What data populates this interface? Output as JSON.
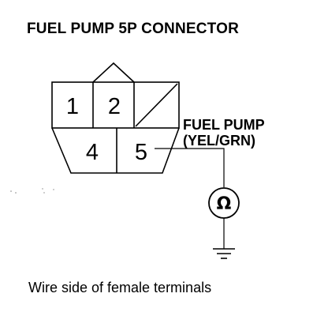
{
  "title": "FUEL PUMP 5P CONNECTOR",
  "connector": {
    "pins": [
      {
        "label": "1"
      },
      {
        "label": "2"
      },
      {
        "label": "4"
      },
      {
        "label": "5"
      }
    ],
    "pump_name": "FUEL PUMP",
    "wire_color": "(YEL/GRN)"
  },
  "meter": {
    "symbol": "Ω"
  },
  "caption": "Wire side of female terminals"
}
